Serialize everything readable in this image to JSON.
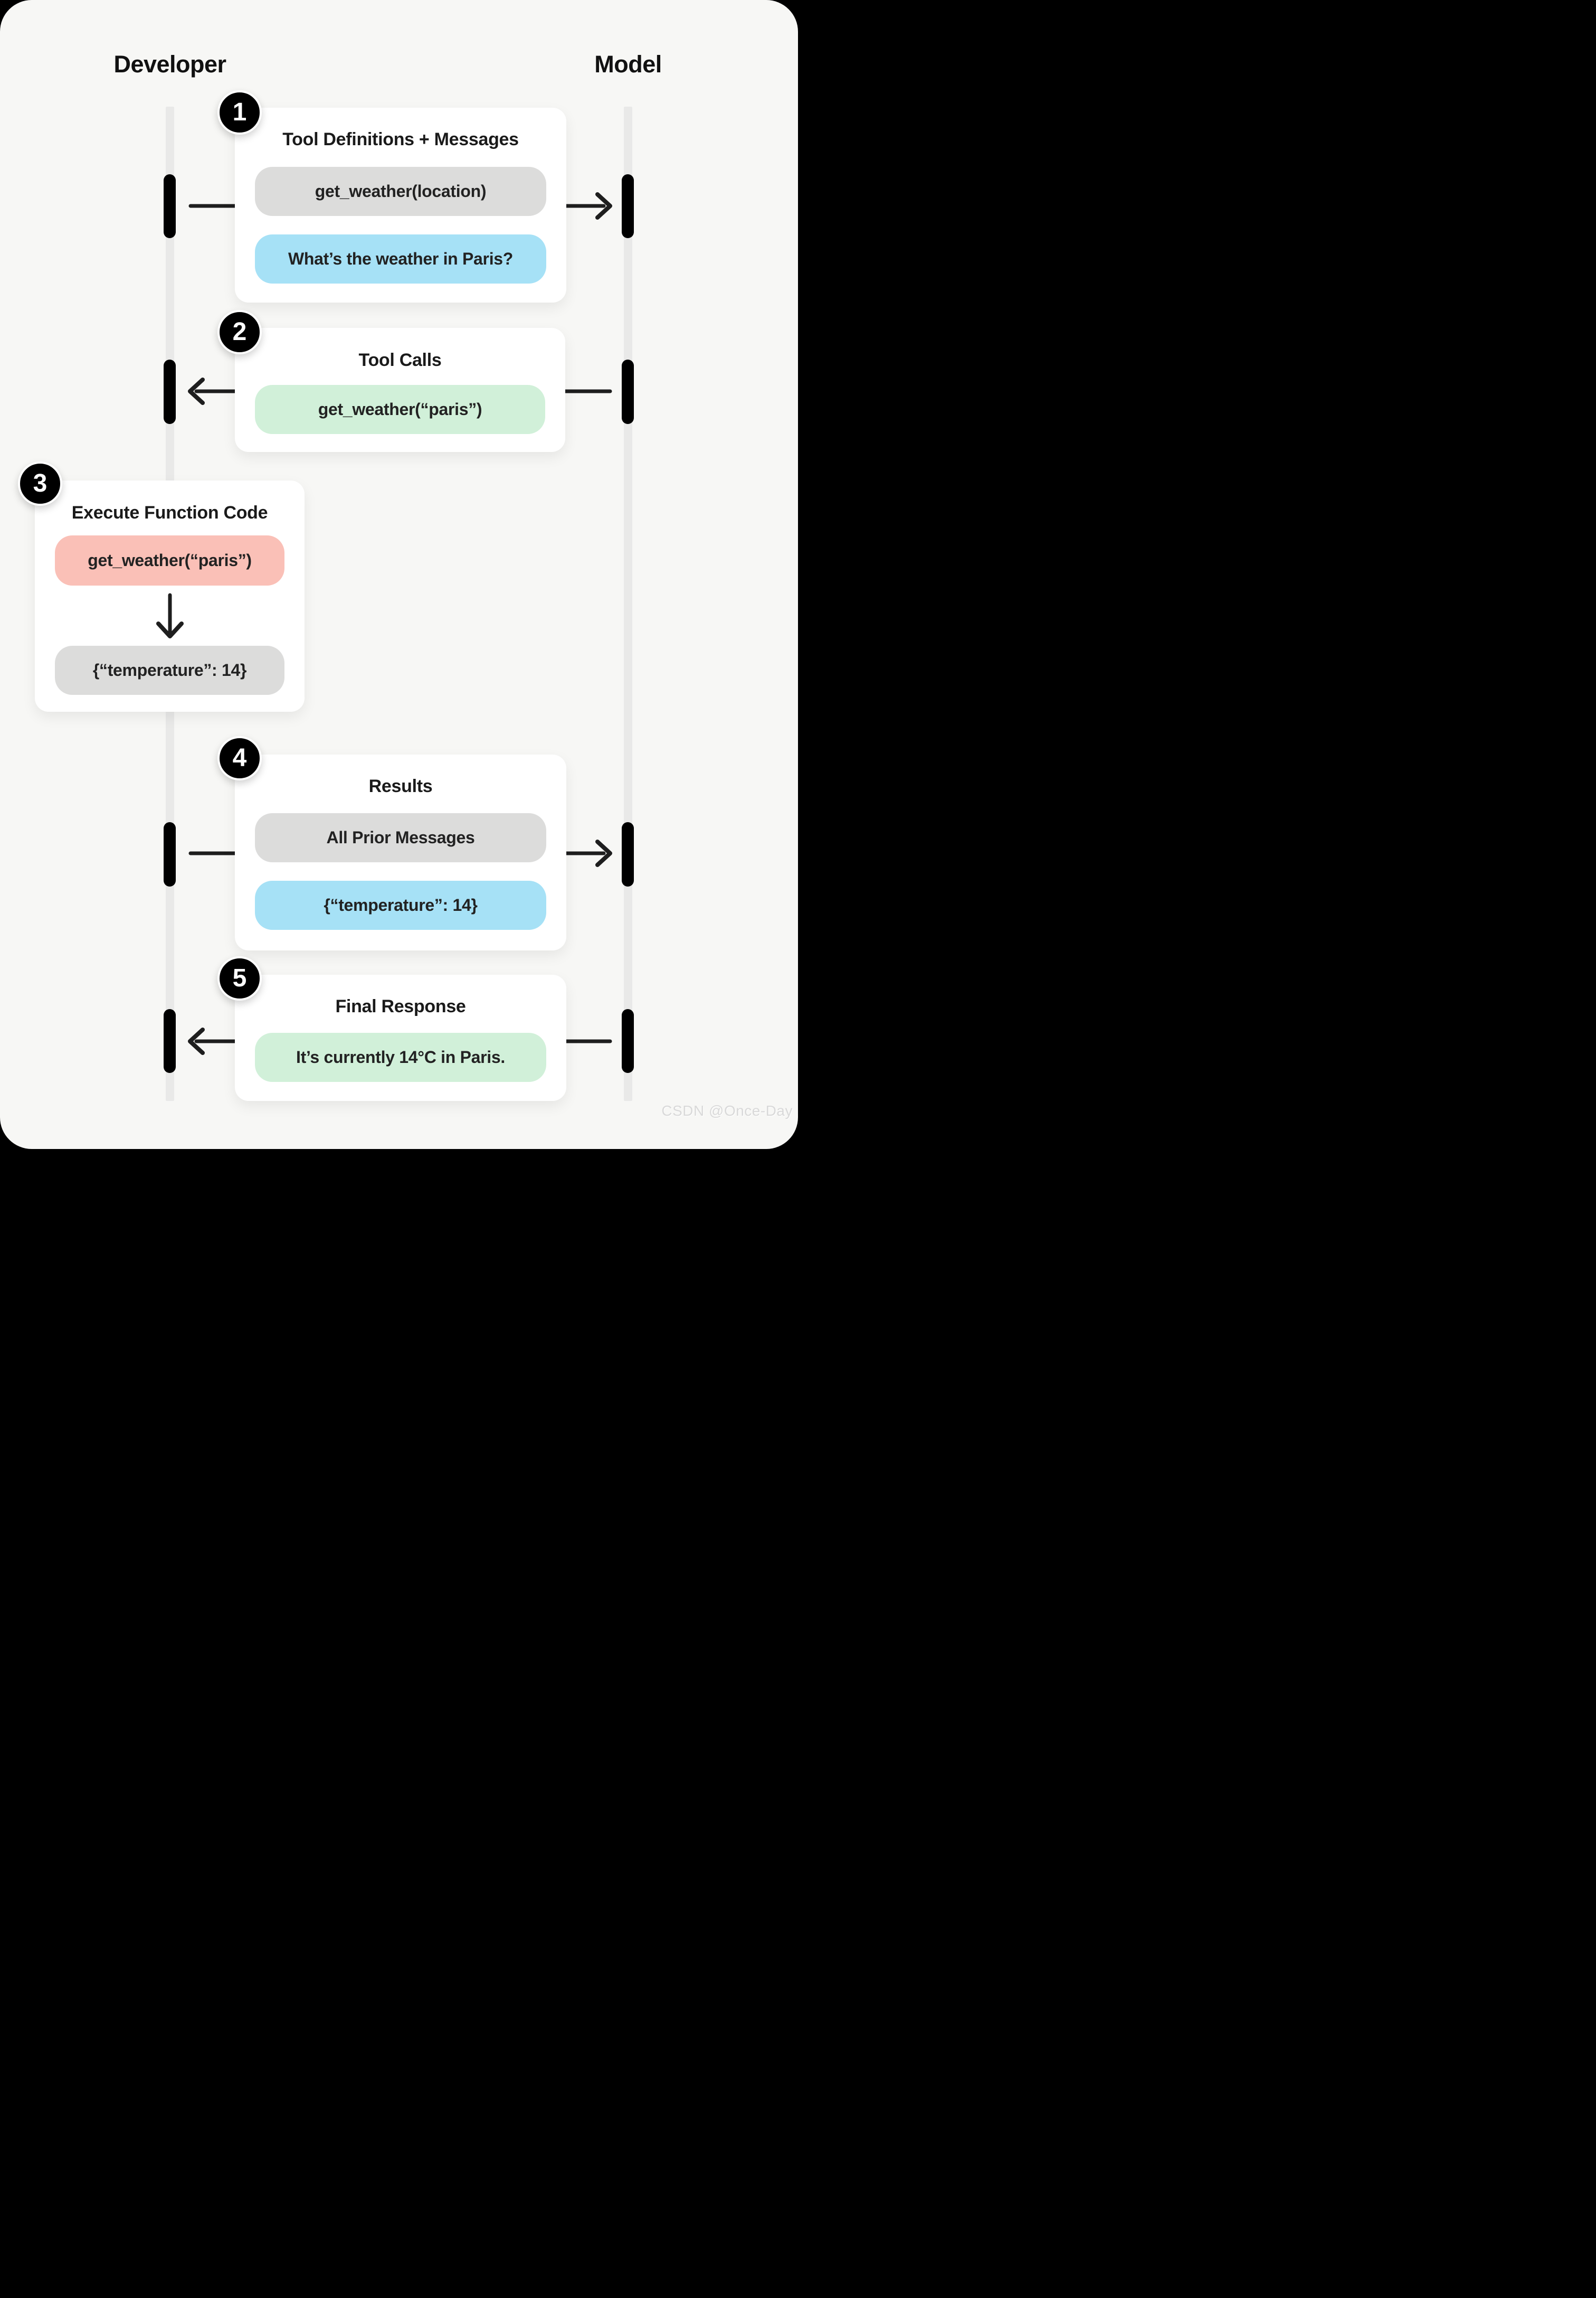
{
  "diagram": {
    "actors": [
      {
        "id": "developer",
        "label": "Developer"
      },
      {
        "id": "model",
        "label": "Model"
      }
    ],
    "steps": [
      {
        "number": "1",
        "title": "Tool Definitions + Messages",
        "direction": "developer-to-model",
        "pills": [
          {
            "text": "get_weather(location)",
            "color": "gray"
          },
          {
            "text": "What’s the weather in Paris?",
            "color": "blue"
          }
        ]
      },
      {
        "number": "2",
        "title": "Tool Calls",
        "direction": "model-to-developer",
        "pills": [
          {
            "text": "get_weather(“paris”)",
            "color": "green"
          }
        ]
      },
      {
        "number": "3",
        "title": "Execute Function Code",
        "direction": "local-execution",
        "pills": [
          {
            "text": "get_weather(“paris”)",
            "color": "red"
          },
          {
            "text": "{“temperature”: 14}",
            "color": "gray"
          }
        ]
      },
      {
        "number": "4",
        "title": "Results",
        "direction": "developer-to-model",
        "pills": [
          {
            "text": "All Prior Messages",
            "color": "gray"
          },
          {
            "text": "{“temperature”: 14}",
            "color": "blue"
          }
        ]
      },
      {
        "number": "5",
        "title": "Final Response",
        "direction": "model-to-developer",
        "pills": [
          {
            "text": "It’s currently 14°C in Paris.",
            "color": "green"
          }
        ]
      }
    ],
    "colors": {
      "gray": "#dcdcdb",
      "blue": "#a6e1f6",
      "green": "#d1f0d9",
      "red": "#fac0b7",
      "card_background": "#ffffff",
      "canvas_background": "#f7f7f5",
      "lifeline": "#e9e9e8",
      "node": "#000000",
      "arrow": "#1e1e1e"
    },
    "watermark": "CSDN @Once-Day"
  }
}
